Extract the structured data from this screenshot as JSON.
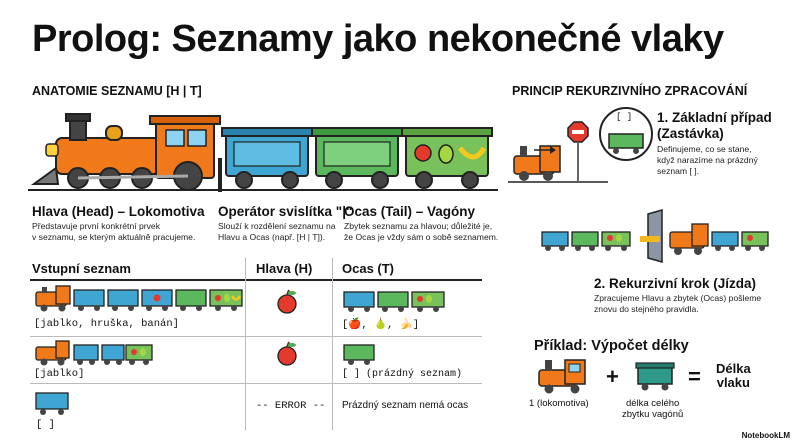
{
  "title": "Prolog: Seznamy jako nekonečné vlaky",
  "anatomy": {
    "heading": "ANATOMIE SEZNAMU [H | T]",
    "head_title": "Hlava (Head) – Lokomotiva",
    "head_desc": [
      "Představuje první konkrétní prvek",
      "v seznamu, se kterým aktuálně pracujeme."
    ],
    "op_title": "Operátor svislítka \"|\"",
    "op_desc": [
      "Slouží k rozdělení seznamu na",
      "Hlavu a Ocas (např. [H | T])."
    ],
    "tail_title": "Ocas (Tail) – Vagóny",
    "tail_desc": [
      "Zbytek seznamu za hlavou; důležité je,",
      "že Ocas je vždy sám o sobě seznamem."
    ]
  },
  "table": {
    "col_input": "Vstupní seznam",
    "col_head": "Hlava (H)",
    "col_tail": "Ocas (T)",
    "rows": [
      {
        "input": "[jablko, hruška, banán]",
        "head": "",
        "tail": "[🍎, 🍐, 🍌]"
      },
      {
        "input": "[jablko]",
        "head": "",
        "tail": "[ ] (prázdný seznam)"
      },
      {
        "input": "[ ]",
        "head": "-- ERROR --",
        "tail": "Prázdný seznam nemá ocas"
      }
    ]
  },
  "recursion": {
    "heading": "PRINCIP REKURZIVNÍHO ZPRACOVÁNÍ",
    "base_title": [
      "1. Základní případ",
      "(Zastávka)"
    ],
    "base_desc": [
      "Definujeme, co se stane,",
      "když narazíme na prázdný",
      "seznam [ ]."
    ],
    "empty_label": "[ ]",
    "step_title": "2. Rekurzivní krok (Jízda)",
    "step_desc": [
      "Zpracujeme Hlavu a zbytek (Ocas) pošleme",
      "znovu do stejného pravidla."
    ]
  },
  "example": {
    "heading": "Příklad: Výpočet délky",
    "plus": "+",
    "equals": "=",
    "result": [
      "Délka",
      "vlaku"
    ],
    "loco_label": "1 (lokomotiva)",
    "wagons_label": [
      "délka celého",
      "zbytku vagónů"
    ]
  },
  "watermark": "NotebookLM",
  "colors": {
    "locomotive": "#f07a1a",
    "wagon_blue": "#3fa6d3",
    "wagon_green": "#5cb85c",
    "wagon_fruit": "#79c15a",
    "stop": "#e23b2e"
  }
}
